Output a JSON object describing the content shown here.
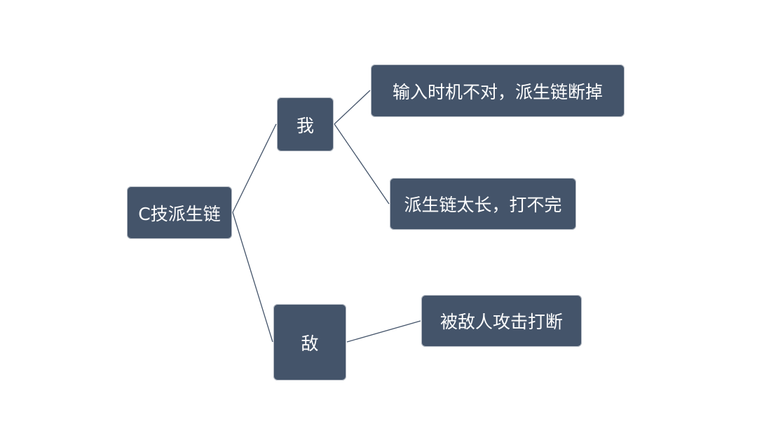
{
  "diagram": {
    "root": {
      "label": "C技派生链"
    },
    "branch_self": {
      "label": "我"
    },
    "branch_enemy": {
      "label": "敌"
    },
    "leaf_timing": {
      "label": "输入时机不对，派生链断掉"
    },
    "leaf_long": {
      "label": "派生链太长，打不完"
    },
    "leaf_interrupt": {
      "label": "被敌人攻击打断"
    }
  },
  "colors": {
    "node_fill": "#44546a",
    "node_text": "#ffffff",
    "connector": "#44546a"
  }
}
